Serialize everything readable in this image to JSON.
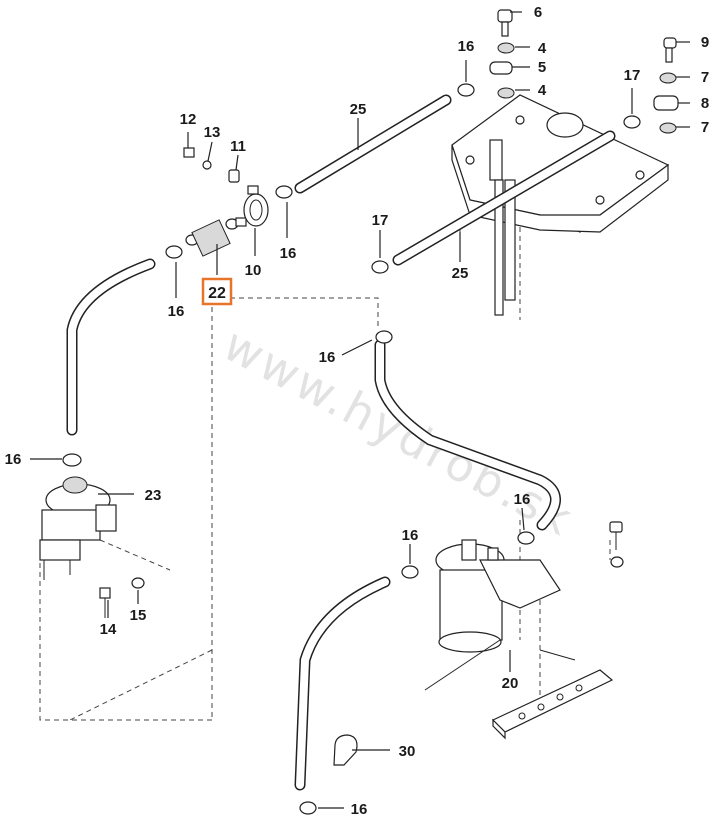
{
  "watermark": "www.hydrob.sk",
  "highlight_color": "#e8742a",
  "callouts": [
    {
      "id": "c6",
      "label": "6"
    },
    {
      "id": "c4a",
      "label": "4"
    },
    {
      "id": "c5",
      "label": "5"
    },
    {
      "id": "c4b",
      "label": "4"
    },
    {
      "id": "c9",
      "label": "9"
    },
    {
      "id": "c7a",
      "label": "7"
    },
    {
      "id": "c8",
      "label": "8"
    },
    {
      "id": "c7b",
      "label": "7"
    },
    {
      "id": "c16a",
      "label": "16"
    },
    {
      "id": "c17a",
      "label": "17"
    },
    {
      "id": "c25a",
      "label": "25"
    },
    {
      "id": "c12",
      "label": "12"
    },
    {
      "id": "c13",
      "label": "13"
    },
    {
      "id": "c11",
      "label": "11"
    },
    {
      "id": "c10",
      "label": "10"
    },
    {
      "id": "c16b",
      "label": "16"
    },
    {
      "id": "c16c",
      "label": "16"
    },
    {
      "id": "c22",
      "label": "22",
      "highlighted": true
    },
    {
      "id": "c17b",
      "label": "17"
    },
    {
      "id": "c25b",
      "label": "25"
    },
    {
      "id": "c16d",
      "label": "16"
    },
    {
      "id": "c16e",
      "label": "16"
    },
    {
      "id": "c23",
      "label": "23"
    },
    {
      "id": "c16f",
      "label": "16"
    },
    {
      "id": "c16g",
      "label": "16"
    },
    {
      "id": "c14",
      "label": "14"
    },
    {
      "id": "c15",
      "label": "15"
    },
    {
      "id": "c20",
      "label": "20"
    },
    {
      "id": "c30",
      "label": "30"
    },
    {
      "id": "c16h",
      "label": "16"
    }
  ]
}
